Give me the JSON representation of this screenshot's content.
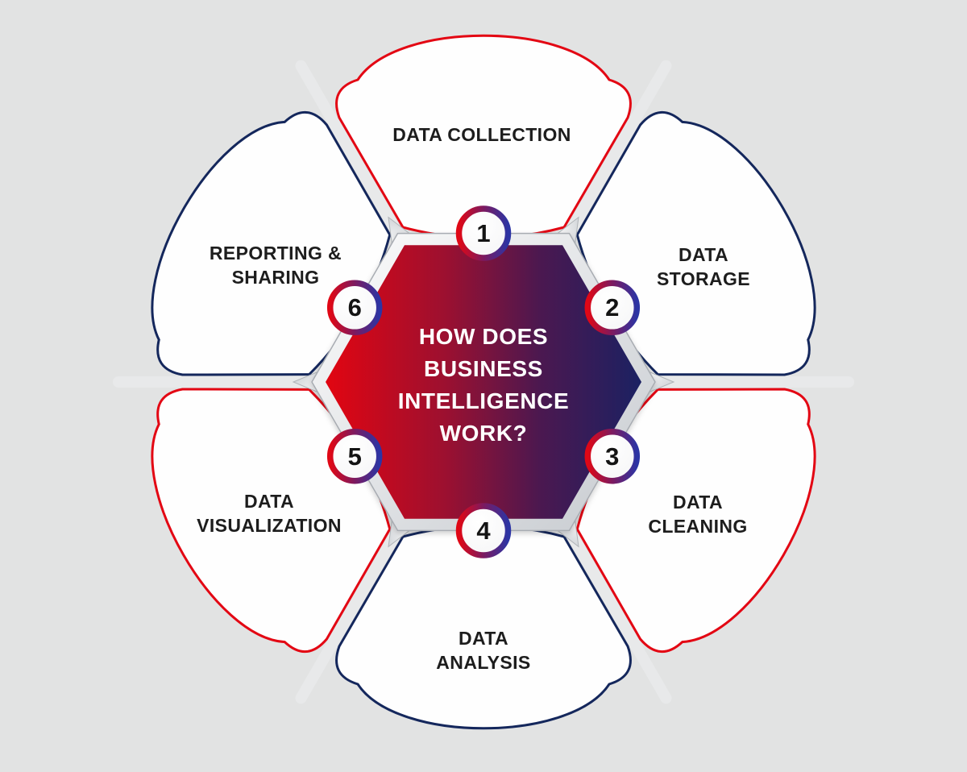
{
  "title": {
    "text": "HOW DOES\nBUSINESS\nINTELLIGENCE\nWORK?"
  },
  "steps": [
    {
      "number": "1",
      "label": "DATA COLLECTION"
    },
    {
      "number": "2",
      "label": "DATA\nSTORAGE"
    },
    {
      "number": "3",
      "label": "DATA\nCLEANING"
    },
    {
      "number": "4",
      "label": "DATA\nANALYSIS"
    },
    {
      "number": "5",
      "label": "DATA\nVISUALIZATION"
    },
    {
      "number": "6",
      "label": "REPORTING &\nSHARING"
    }
  ],
  "colors": {
    "background": "#e2e3e3",
    "petal_fill": "#fefefe",
    "petal_red_border": "#e30613",
    "petal_navy_border": "#14275c",
    "hexagon_gradient_start": "#e20511",
    "hexagon_gradient_end": "#1b2162",
    "ring_gradient_start": "#e00715",
    "ring_gradient_end": "#2c34a4",
    "frame_silver": "#c6cacf",
    "title_text": "#ffffff",
    "label_text": "#1d1d1d"
  }
}
